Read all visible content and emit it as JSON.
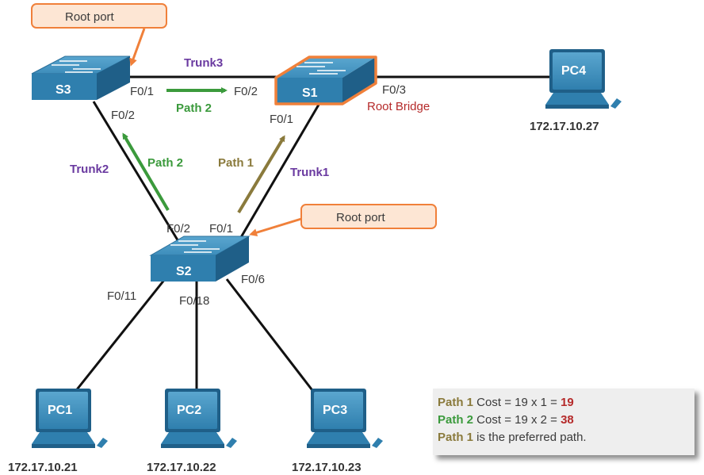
{
  "callouts": {
    "top": "Root port",
    "right": "Root port"
  },
  "switches": {
    "s3": "S3",
    "s1": "S1",
    "s2": "S2"
  },
  "root_bridge_label": "Root Bridge",
  "trunks": {
    "trunk1": "Trunk1",
    "trunk2": "Trunk2",
    "trunk3": "Trunk3"
  },
  "ports": {
    "s3_f01": "F0/1",
    "s3_f02": "F0/2",
    "s1_f02": "F0/2",
    "s1_f01": "F0/1",
    "s1_f03": "F0/3",
    "s2_f02": "F0/2",
    "s2_f01": "F0/1",
    "s2_f011": "F0/11",
    "s2_f018": "F0/18",
    "s2_f06": "F0/6"
  },
  "paths": {
    "path1": "Path 1",
    "path2_top": "Path 2",
    "path2_left": "Path 2"
  },
  "pcs": [
    {
      "name": "PC1",
      "ip": "172.17.10.21"
    },
    {
      "name": "PC2",
      "ip": "172.17.10.22"
    },
    {
      "name": "PC3",
      "ip": "172.17.10.23"
    },
    {
      "name": "PC4",
      "ip": "172.17.10.27"
    }
  ],
  "cost_box": {
    "line1": {
      "path": "Path 1",
      "text": " Cost = 19 x 1 = ",
      "result": "19"
    },
    "line2": {
      "path": "Path 2",
      "text": " Cost = 19 x 2 = ",
      "result": "38"
    },
    "line3": {
      "path": "Path 1",
      "text": " is the preferred path."
    }
  },
  "colors": {
    "switch_blue": "#2f7fae",
    "root_orange": "#f0803a",
    "path1": "#8a7a3c",
    "path2": "#3b9a3c",
    "trunk_label": "#6a3aa0",
    "root_bridge_text": "#b52a2a"
  }
}
